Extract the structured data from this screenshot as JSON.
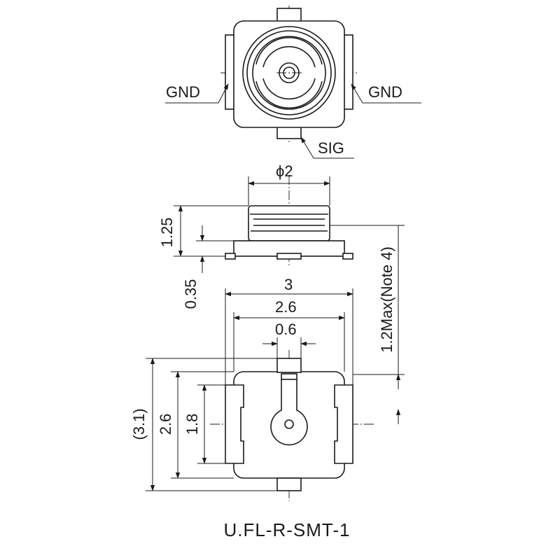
{
  "title": "U.FL-R-SMT-1",
  "top_view": {
    "gnd_left": "GND",
    "gnd_right": "GND",
    "sig": "SIG"
  },
  "side_view": {
    "diameter": "ϕ2",
    "height_body": "1.25",
    "height_base": "0.35",
    "max_height": "1.2Max(Note 4)"
  },
  "bottom_view": {
    "width_overall": "3",
    "width_body": "2.6",
    "pin_width": "0.6",
    "length_overall": "(3.1)",
    "length_body": "2.6",
    "pad_length": "1.8"
  },
  "colors": {
    "line": "#1a1a1a",
    "background": "#ffffff"
  }
}
